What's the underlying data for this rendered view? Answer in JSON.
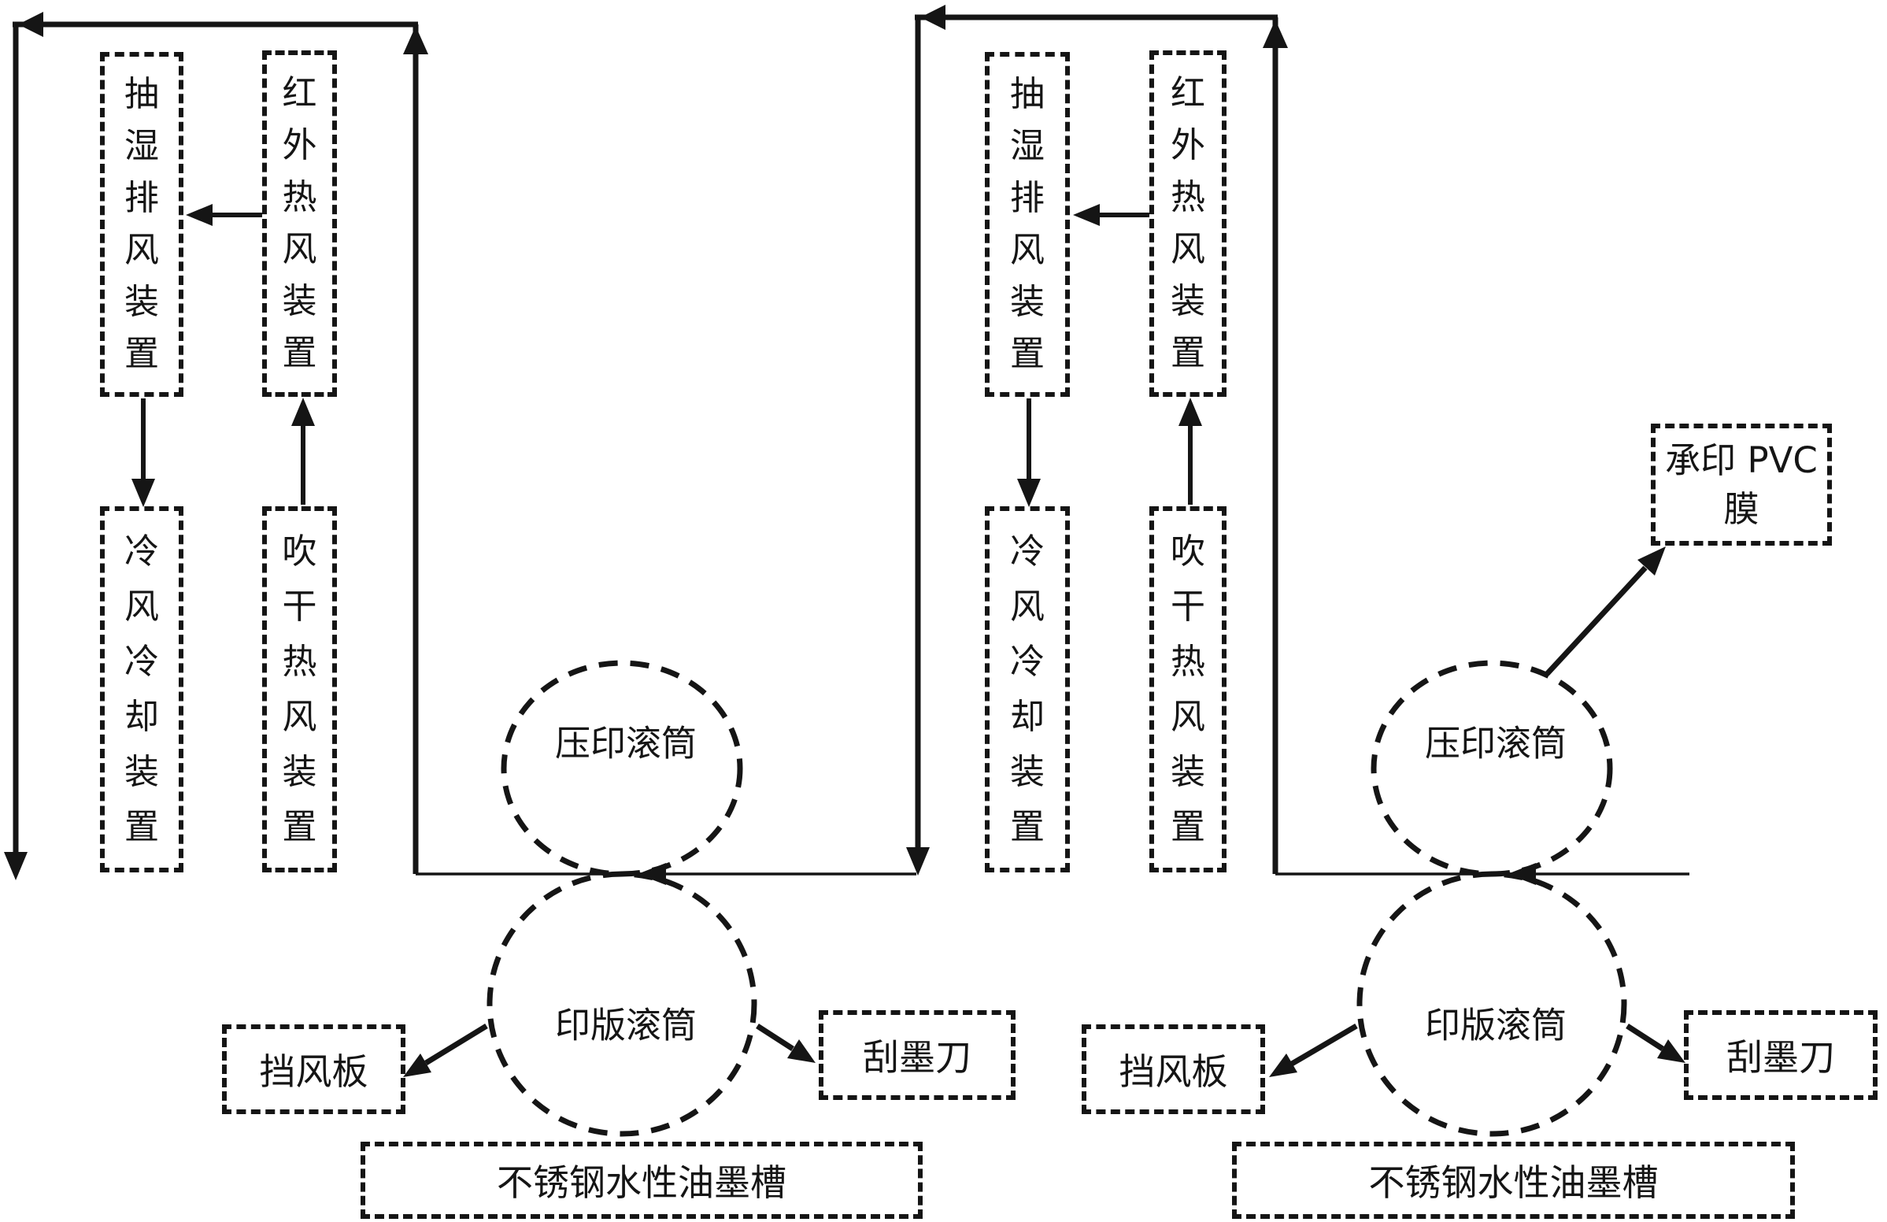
{
  "diagram": {
    "title_hint": "gravure printing unit flow diagram (two units)",
    "colors": {
      "background": "#ffffff",
      "ink": "#151515"
    },
    "units": [
      {
        "id": "left-print-unit",
        "boxes": {
          "dehumidify": "抽湿排风装置",
          "infrared": "红外热风装置",
          "cooling": "冷风冷却装置",
          "blowdry": "吹干热风装置",
          "windshield": "挡风板",
          "doctor_blade": "刮墨刀",
          "ink_tank": "不锈钢水性油墨槽"
        },
        "cylinders": {
          "impression": "压印滚筒",
          "plate": "印版滚筒"
        }
      },
      {
        "id": "right-print-unit",
        "boxes": {
          "dehumidify": "抽湿排风装置",
          "infrared": "红外热风装置",
          "cooling": "冷风冷却装置",
          "blowdry": "吹干热风装置",
          "windshield": "挡风板",
          "doctor_blade": "刮墨刀",
          "ink_tank": "不锈钢水性油墨槽",
          "pvc_film": "承印 PVC\n膜"
        },
        "cylinders": {
          "impression": "压印滚筒",
          "plate": "印版滚筒"
        }
      }
    ]
  }
}
